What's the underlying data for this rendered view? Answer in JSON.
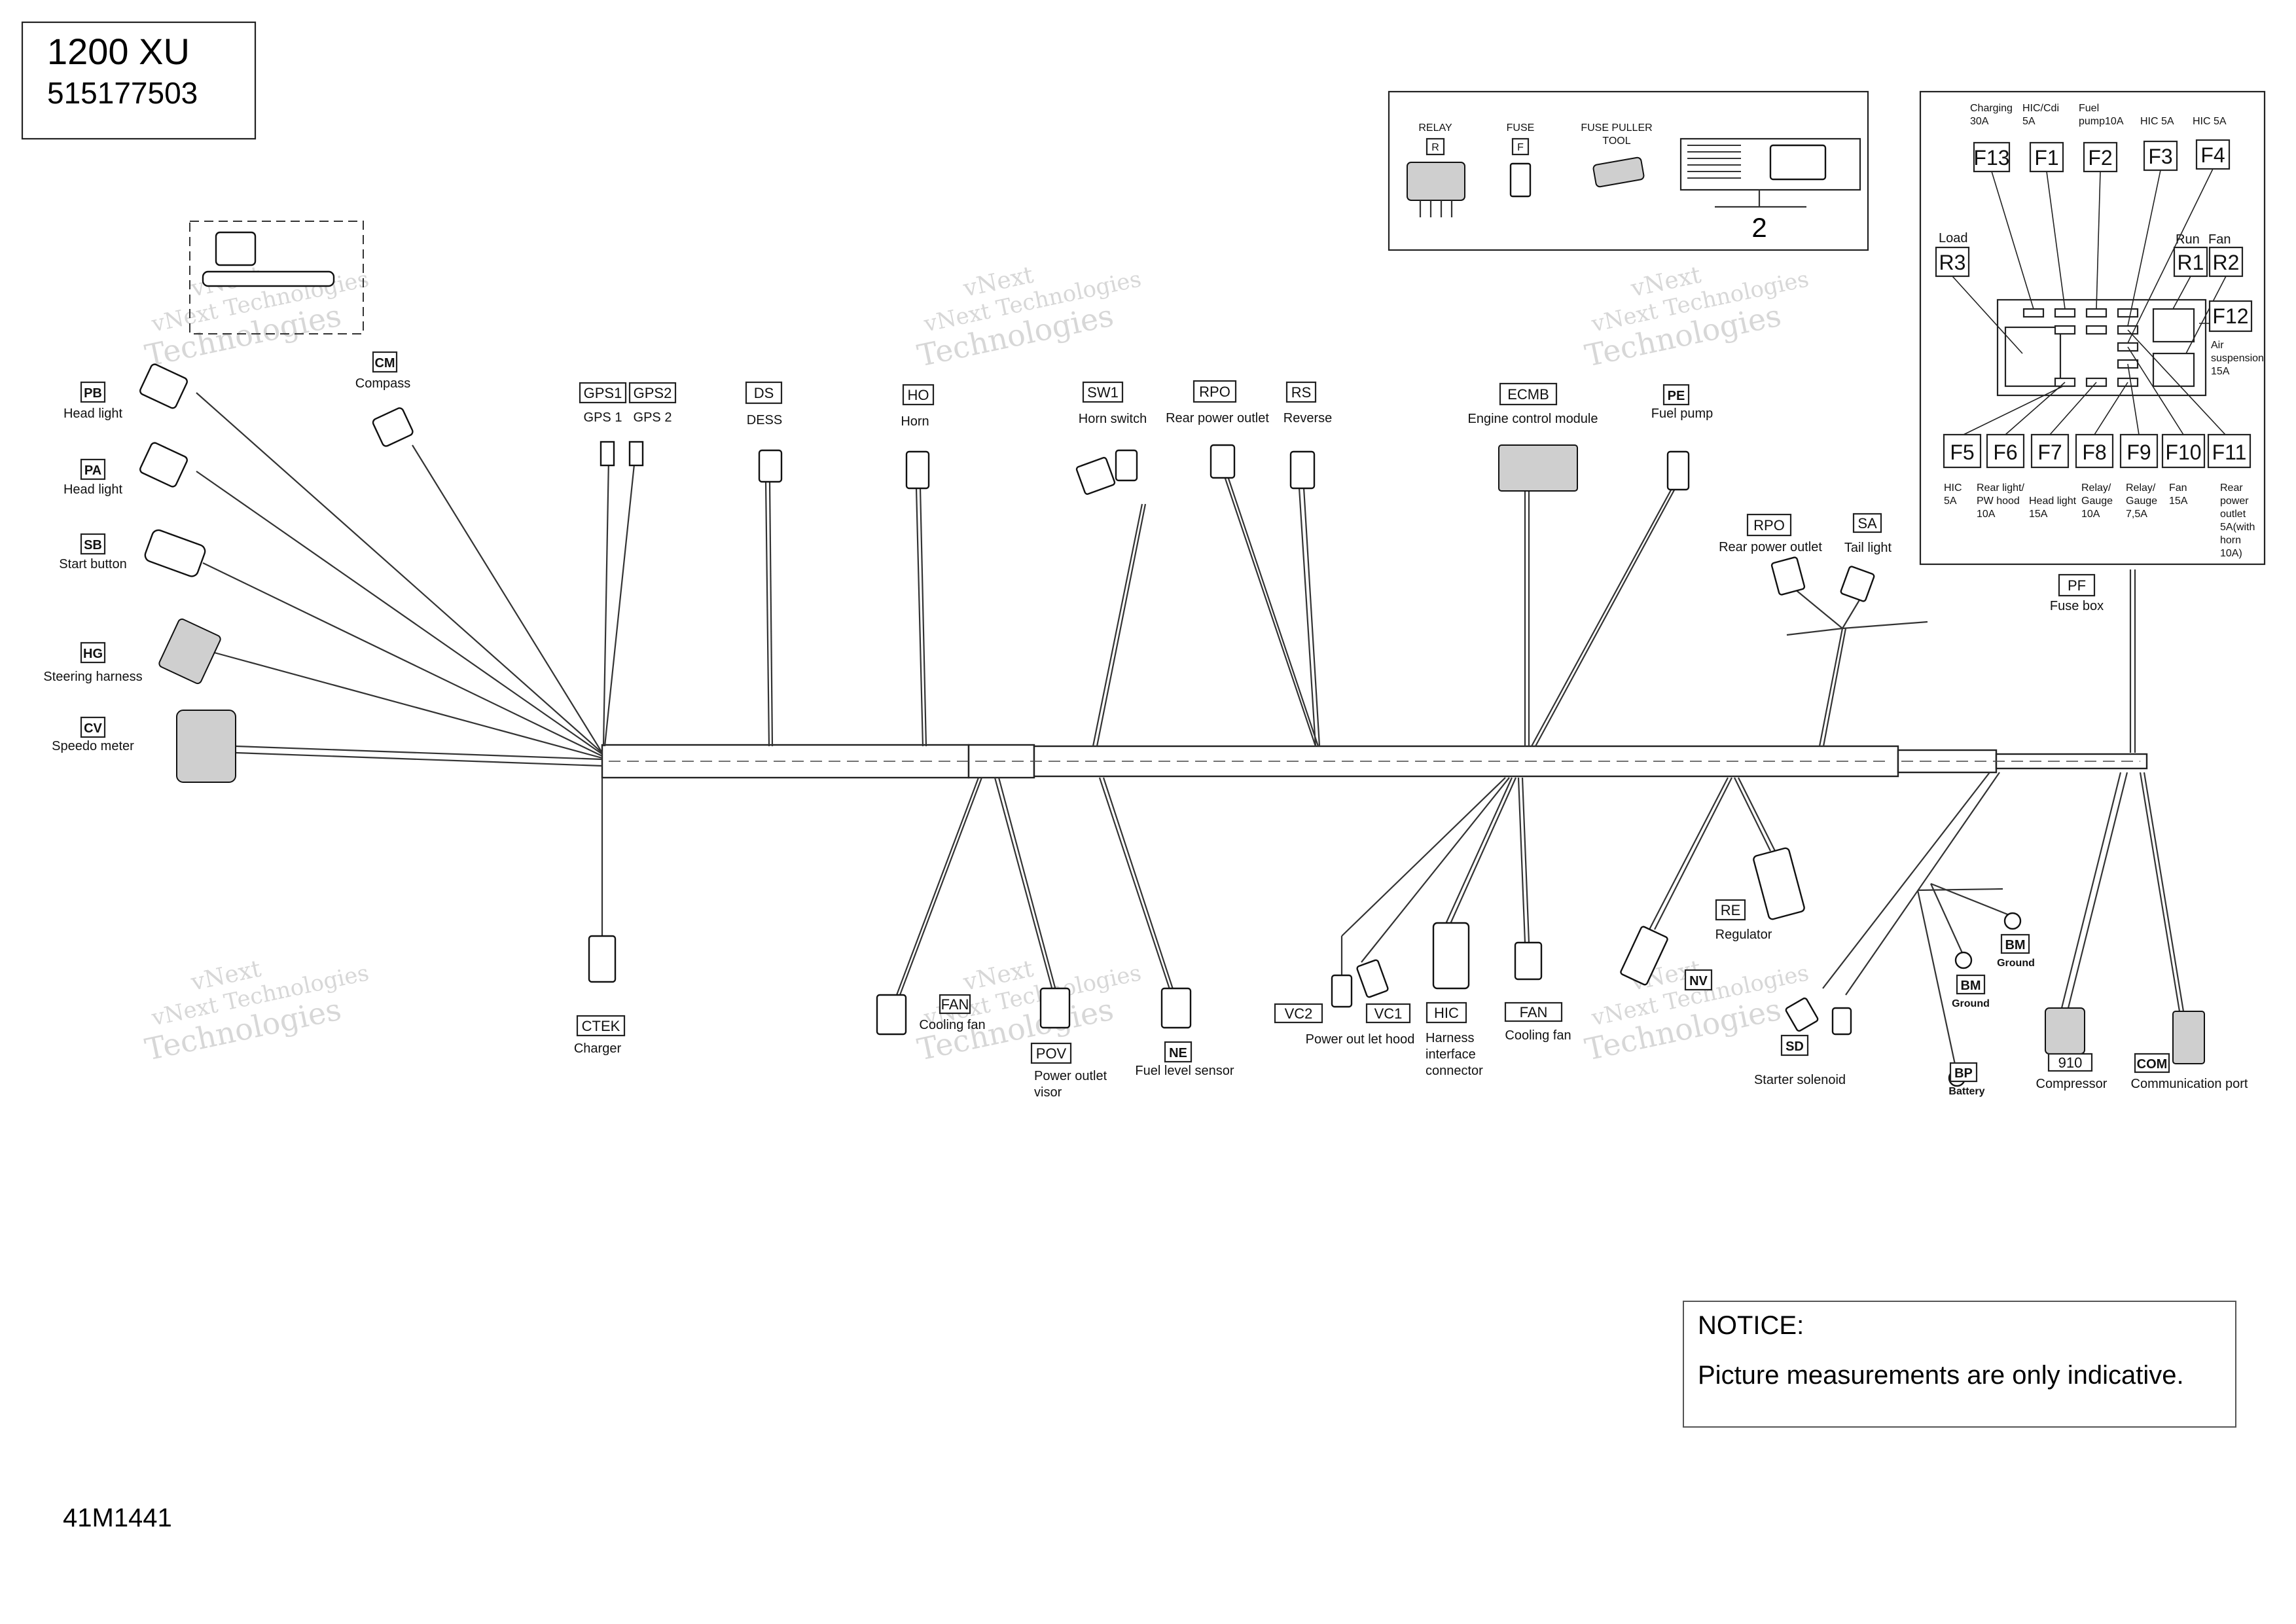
{
  "title": {
    "model": "1200 XU",
    "part_number": "515177503"
  },
  "figure_code": "41M1441",
  "watermark": {
    "line1": "vNext Technologies",
    "line2": "vNext",
    "line3": "Technologies"
  },
  "notice": {
    "heading": "NOTICE:",
    "text": "Picture measurements are only indicative."
  },
  "legend": {
    "relay": {
      "label": "RELAY",
      "code": "R"
    },
    "fuse": {
      "label": "FUSE",
      "code": "F"
    },
    "puller": {
      "label1": "FUSE PULLER",
      "label2": "TOOL"
    },
    "item_number": "2"
  },
  "connectors": {
    "cm": {
      "code": "CM",
      "label": "Compass"
    },
    "pb": {
      "code": "PB",
      "label": "Head light"
    },
    "pa": {
      "code": "PA",
      "label": "Head light"
    },
    "sb": {
      "code": "SB",
      "label": "Start button"
    },
    "hg": {
      "code": "HG",
      "label": "Steering harness"
    },
    "cv": {
      "code": "CV",
      "label": "Speedo meter"
    },
    "gps1": {
      "code": "GPS1",
      "label": "GPS 1"
    },
    "gps2": {
      "code": "GPS2",
      "label": "GPS 2"
    },
    "ds": {
      "code": "DS",
      "label": "DESS"
    },
    "ho": {
      "code": "HO",
      "label": "Horn"
    },
    "sw1": {
      "code": "SW1",
      "label": "Horn switch"
    },
    "rpo1": {
      "code": "RPO",
      "label": "Rear power outlet"
    },
    "rs": {
      "code": "RS",
      "label": "Reverse"
    },
    "ecmb": {
      "code": "ECMB",
      "label": "Engine control module"
    },
    "pe": {
      "code": "PE",
      "label": "Fuel pump"
    },
    "rpo2": {
      "code": "RPO",
      "label": "Rear power outlet"
    },
    "sa": {
      "code": "SA",
      "label": "Tail light"
    },
    "ctek": {
      "code": "CTEK",
      "label": "Charger"
    },
    "fan1": {
      "code": "FAN",
      "label": "Cooling fan"
    },
    "pov": {
      "code": "POV",
      "label1": "Power outlet",
      "label2": "visor"
    },
    "ne": {
      "code": "NE",
      "label": "Fuel level sensor"
    },
    "vc2": {
      "code": "VC2"
    },
    "vc1": {
      "code": "VC1",
      "label": "Power out let hood"
    },
    "hic": {
      "code": "HIC",
      "label1": "Harness",
      "label2": "interface",
      "label3": "connector"
    },
    "fan2": {
      "code": "FAN",
      "label": "Cooling fan"
    },
    "nv": {
      "code": "NV"
    },
    "re": {
      "code": "RE",
      "label": "Regulator"
    },
    "sd": {
      "code": "SD",
      "label": "Starter solenoid"
    },
    "bm1": {
      "code": "BM",
      "label": "Ground"
    },
    "bm2": {
      "code": "BM",
      "label": "Ground"
    },
    "bp": {
      "code": "BP",
      "label": "Battery"
    },
    "c910": {
      "code": "910",
      "label": "Compressor"
    },
    "com": {
      "code": "COM",
      "label": "Communication port"
    },
    "pf": {
      "code": "PF",
      "label": "Fuse box"
    }
  },
  "fuse_box": {
    "top_labels": {
      "f13": [
        "Charging",
        "30A"
      ],
      "f1": [
        "HIC/Cdi",
        "5A"
      ],
      "f2": [
        "Fuel",
        "pump10A"
      ],
      "f3": [
        "HIC 5A"
      ],
      "f4": [
        "HIC 5A"
      ]
    },
    "top_codes": {
      "f13": "F13",
      "f1": "F1",
      "f2": "F2",
      "f3": "F3",
      "f4": "F4"
    },
    "load_label": "Load",
    "r3": "R3",
    "run_label": "Run",
    "fan_label": "Fan",
    "r1": "R1",
    "r2": "R2",
    "f12": "F12",
    "f12_label": [
      "Air",
      "suspension",
      "15A"
    ],
    "bottom_codes": {
      "f5": "F5",
      "f6": "F6",
      "f7": "F7",
      "f8": "F8",
      "f9": "F9",
      "f10": "F10",
      "f11": "F11"
    },
    "bottom_labels": {
      "f5": [
        "HIC",
        "5A"
      ],
      "f6": [
        "Rear light/",
        "PW hood",
        "10A"
      ],
      "f7": [
        "Head light",
        "15A"
      ],
      "f8": [
        "Relay/",
        "Gauge",
        "10A"
      ],
      "f9": [
        "Relay/",
        "Gauge",
        "7,5A"
      ],
      "f10": [
        "Fan",
        "15A"
      ],
      "f11": [
        "Rear",
        "power",
        "outlet",
        "5A(with",
        "horn",
        "10A)"
      ]
    }
  }
}
